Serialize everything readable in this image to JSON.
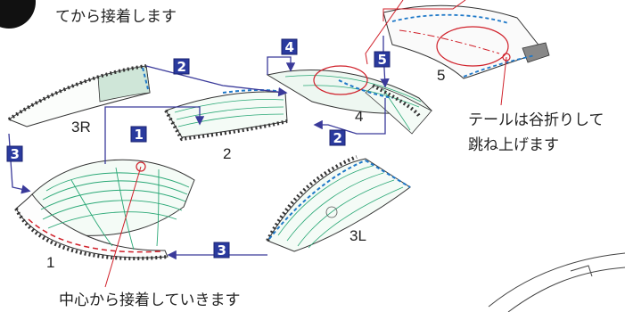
{
  "captions": {
    "top": "てから接着します",
    "tail": "テールは谷折りして",
    "tail2": "跳ね上げます",
    "center": "中心から接着していきます"
  },
  "parts": {
    "p1": "1",
    "p2": "2",
    "p3L": "3L",
    "p3R": "3R",
    "p4": "4",
    "p5": "5"
  },
  "steps": {
    "s1": "1",
    "s2a": "2",
    "s2b": "2",
    "s3a": "3",
    "s3b": "3",
    "s4": "4",
    "s5": "5"
  },
  "colors": {
    "step_box": "#2a3a9e",
    "arrow": "#3a3a9a",
    "guide_red": "#d0202a",
    "hatch": "#333333",
    "contour": "#2aa876",
    "blue_dash": "#1e78c8"
  }
}
